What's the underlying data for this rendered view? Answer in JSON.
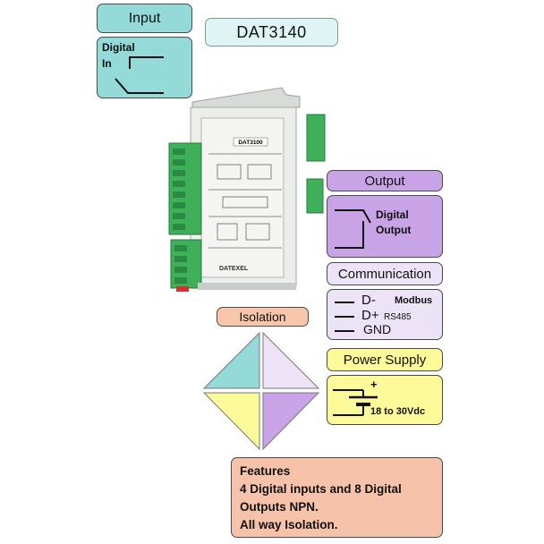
{
  "title": "DAT3140",
  "input": {
    "header": "Input",
    "signal_label_line1": "Digital",
    "signal_label_line2": "In"
  },
  "output": {
    "header": "Output",
    "signal_label_line1": "Digital",
    "signal_label_line2": "Output"
  },
  "communication": {
    "header": "Communication",
    "lines": [
      {
        "pin": "D-",
        "note": "Modbus"
      },
      {
        "pin": "D+",
        "note": "RS485"
      },
      {
        "pin": "GND",
        "note": ""
      }
    ]
  },
  "power": {
    "header": "Power Supply",
    "plus": "+",
    "range": "18 to 30Vdc"
  },
  "isolation": {
    "header": "Isolation"
  },
  "device": {
    "front_label": "DAT3100",
    "brand": "DATEXEL"
  },
  "features": {
    "lines": [
      "Features",
      "4 Digital inputs and 8 Digital",
      "Outputs NPN.",
      "All way Isolation."
    ]
  },
  "colors": {
    "input": "#94dad9",
    "output": "#c8a4e6",
    "communication": "#ece3f7",
    "power": "#fdfa9a",
    "isolation": "#f7c6ab",
    "terminal_green": "#3fb05a"
  }
}
